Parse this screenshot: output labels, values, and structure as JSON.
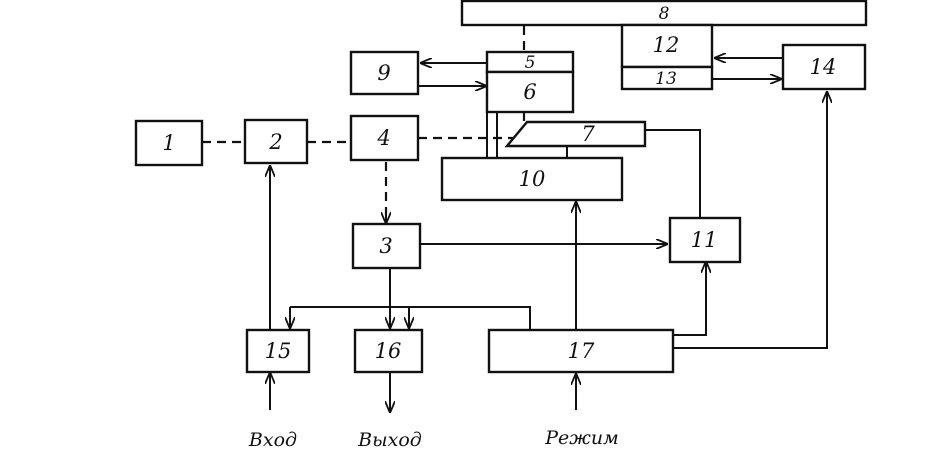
{
  "blocks": {
    "b1": "1",
    "b2": "2",
    "b3": "3",
    "b4": "4",
    "b5": "5",
    "b6": "6",
    "b7": "7",
    "b8": "8",
    "b9": "9",
    "b10": "10",
    "b11": "11",
    "b12": "12",
    "b13": "13",
    "b14": "14",
    "b15": "15",
    "b16": "16",
    "b17": "17"
  },
  "io": {
    "input": "Вход",
    "output": "Выход",
    "mode": "Режим"
  }
}
